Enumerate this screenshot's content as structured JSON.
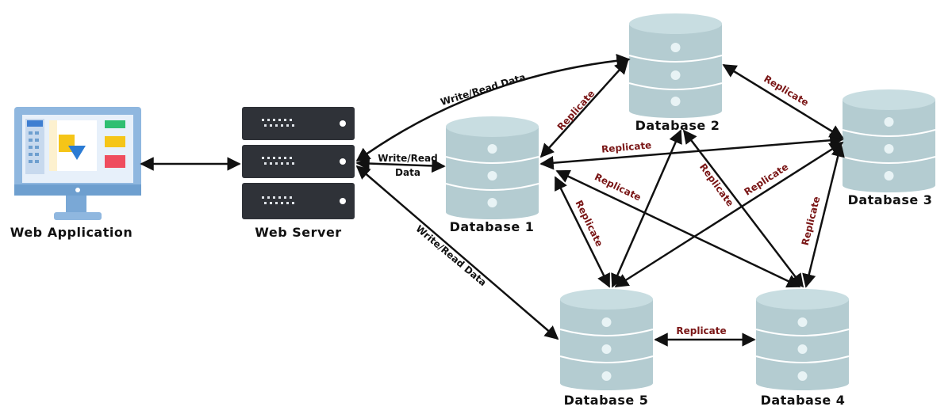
{
  "nodes": {
    "web_app": {
      "label": "Web Application"
    },
    "web_server": {
      "label": "Web Server"
    },
    "db1": {
      "label": "Database 1"
    },
    "db2": {
      "label": "Database 2"
    },
    "db3": {
      "label": "Database 3"
    },
    "db4": {
      "label": "Database 4"
    },
    "db5": {
      "label": "Database 5"
    }
  },
  "edges": {
    "server_db2": "Write/Read Data",
    "server_db1_line1": "Write/Read",
    "server_db1_line2": "Data",
    "server_db5": "Write/Read Data",
    "replicate": "Replicate"
  },
  "colors": {
    "cylinder": "#b4ccd1",
    "cylinder_dark": "#9db8be",
    "cylinder_dot": "#e8f3f5",
    "server": "#2f3238",
    "arrow": "#111111",
    "replicate_label": "#7a1616"
  }
}
